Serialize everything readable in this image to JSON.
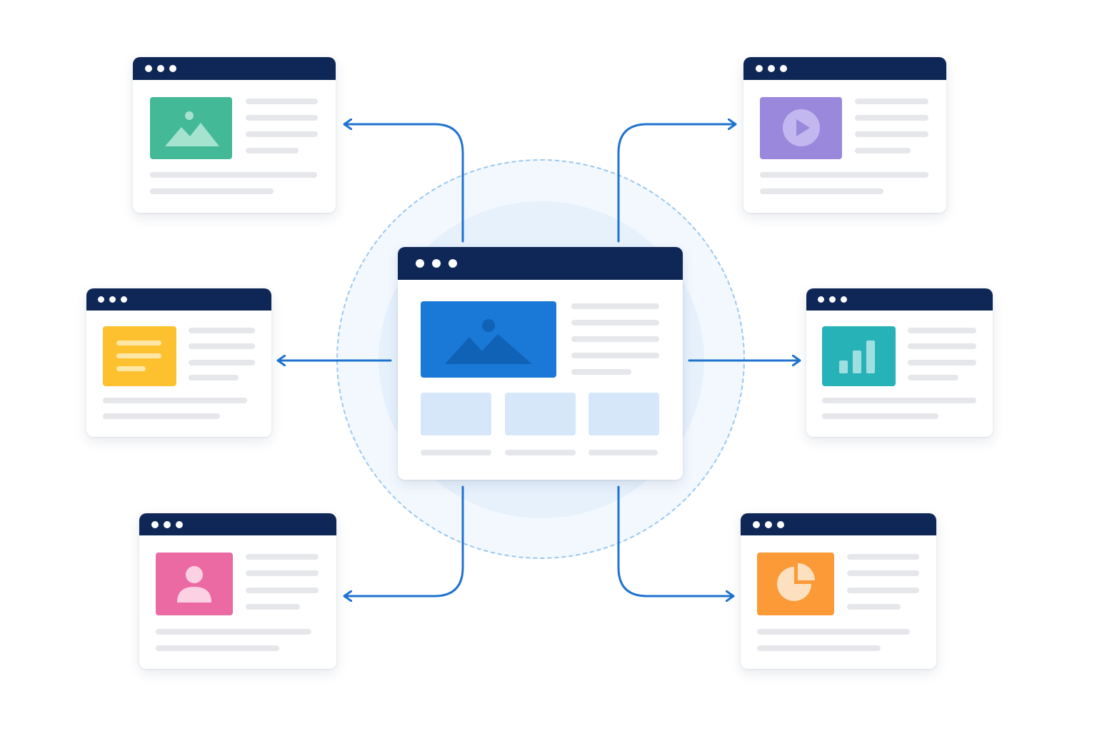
{
  "colors": {
    "titlebar": "#0f2756",
    "connector": "#1f73cf",
    "halo_border": "#9cc8ef",
    "halo_fill": "#e6f1fc",
    "center_hero": "#1a78d6",
    "center_tiles": "#d6e7f9",
    "placeholder_line": "#e5e7ea"
  },
  "center": {
    "icon": "image-icon",
    "color": "#1a78d6"
  },
  "satellites": [
    {
      "id": "top-left",
      "icon": "image-icon",
      "color": "#43b998"
    },
    {
      "id": "middle-left",
      "icon": "document-icon",
      "color": "#fdc130"
    },
    {
      "id": "bottom-left",
      "icon": "user-icon",
      "color": "#ec6aa3"
    },
    {
      "id": "top-right",
      "icon": "play-icon",
      "color": "#9a88dc"
    },
    {
      "id": "middle-right",
      "icon": "bar-chart-icon",
      "color": "#27b2b8"
    },
    {
      "id": "bottom-right",
      "icon": "pie-chart-icon",
      "color": "#fb9a36"
    }
  ]
}
